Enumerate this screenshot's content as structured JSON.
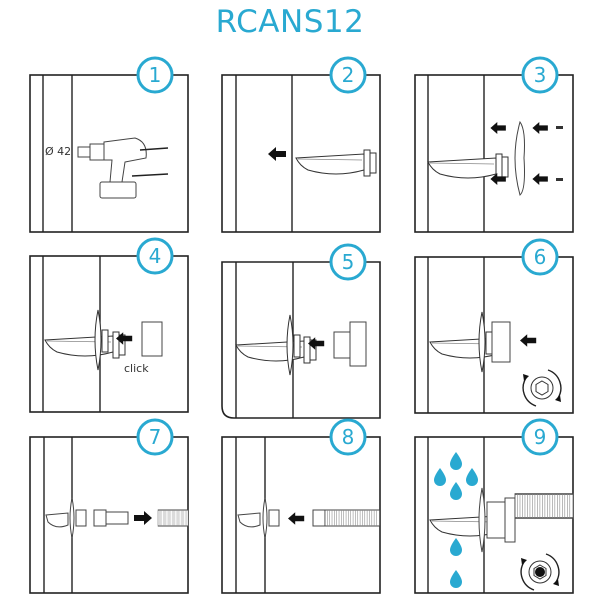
{
  "title": "RCANS12",
  "accent_color": "#29a9d1",
  "drop_color": "#29a9d1",
  "steps": [
    {
      "number": "1",
      "label": "Ø 42"
    },
    {
      "number": "2"
    },
    {
      "number": "3"
    },
    {
      "number": "4",
      "label": "click"
    },
    {
      "number": "5"
    },
    {
      "number": "6"
    },
    {
      "number": "7"
    },
    {
      "number": "8"
    },
    {
      "number": "9"
    }
  ]
}
